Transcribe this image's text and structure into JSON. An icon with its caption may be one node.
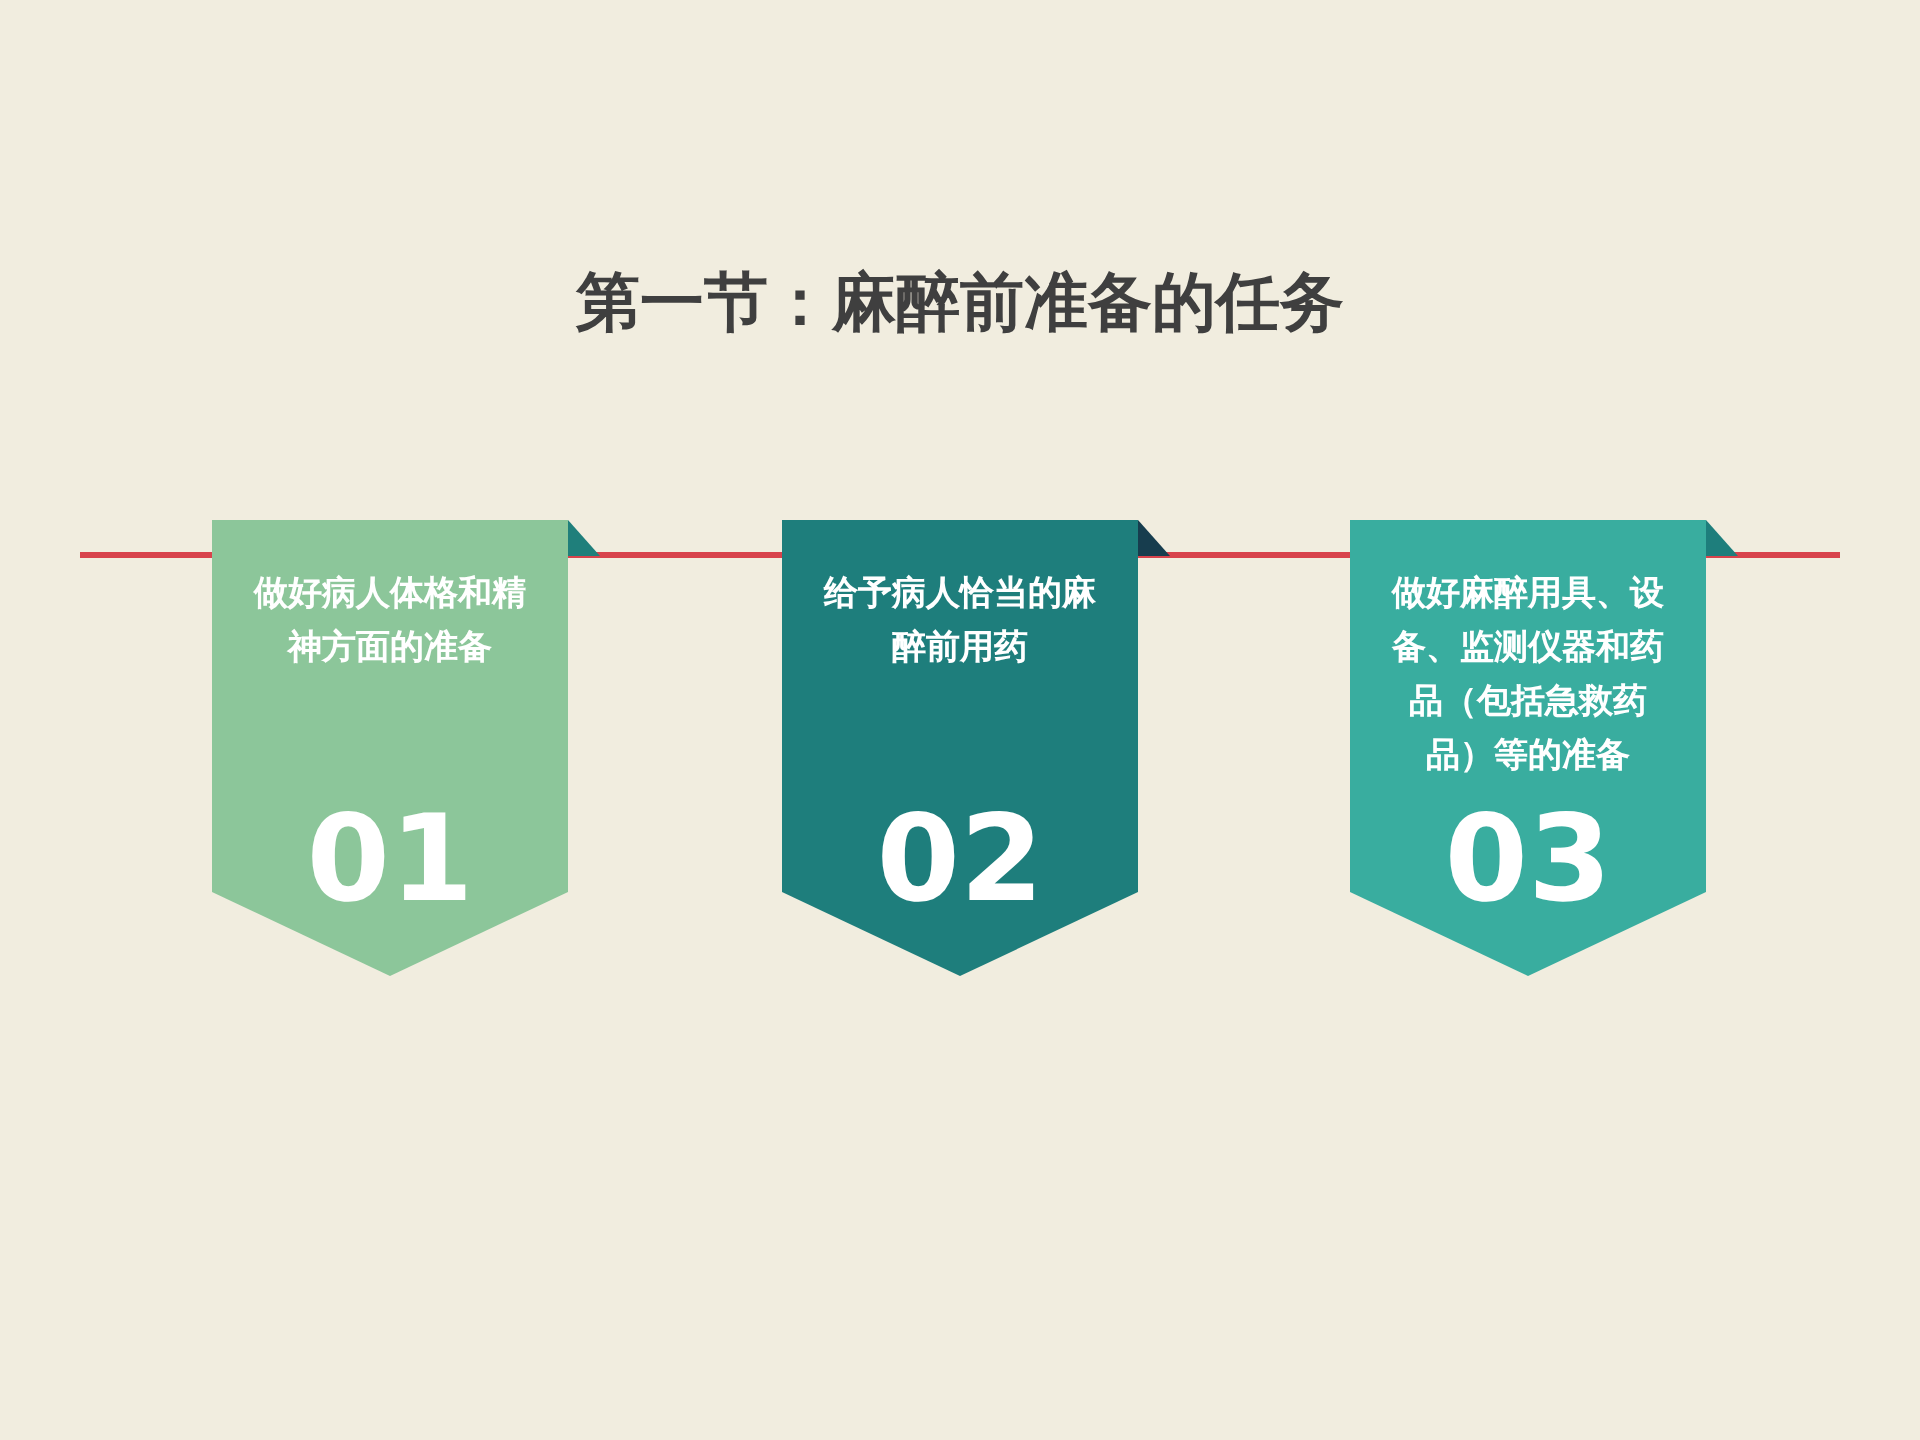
{
  "diagram": {
    "title": "第一节：麻醉前准备的任务",
    "nodes": [
      {
        "text": [
          "做好病人体格和精神方面的准备",
          "01"
        ]
      },
      {
        "text": [
          "给予病人恰当的麻醉前用药",
          "02"
        ]
      },
      {
        "text": [
          "做好麻醉用具、设备、监测仪器和药品（包括急救药品）等的准备",
          "03"
        ]
      }
    ]
  }
}
